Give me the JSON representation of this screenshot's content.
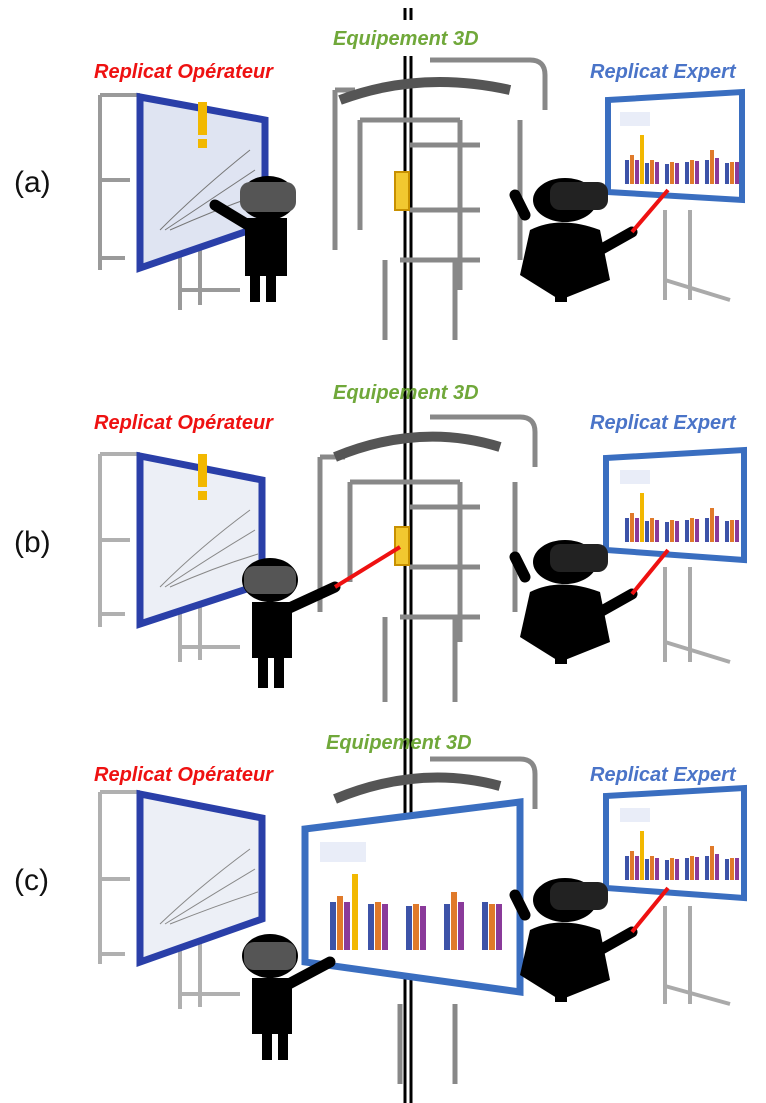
{
  "panels": [
    {
      "label": "(a)",
      "operator": "Replicat Opérateur",
      "equipment": "Equipement 3D",
      "expert": "Replicat Expert"
    },
    {
      "label": "(b)",
      "operator": "Replicat Opérateur",
      "equipment": "Equipement 3D",
      "expert": "Replicat Expert"
    },
    {
      "label": "(c)",
      "operator": "Replicat Opérateur",
      "equipment": "Equipement 3D",
      "expert": "Replicat Expert"
    }
  ],
  "colors": {
    "operator": "#ee1111",
    "equipment": "#70a83a",
    "expert": "#4a74c8",
    "board_frame": "#2a3fa8",
    "pointer": "#ee1111",
    "highlight": "#f2b800",
    "pipe": "#8a8a8a"
  }
}
